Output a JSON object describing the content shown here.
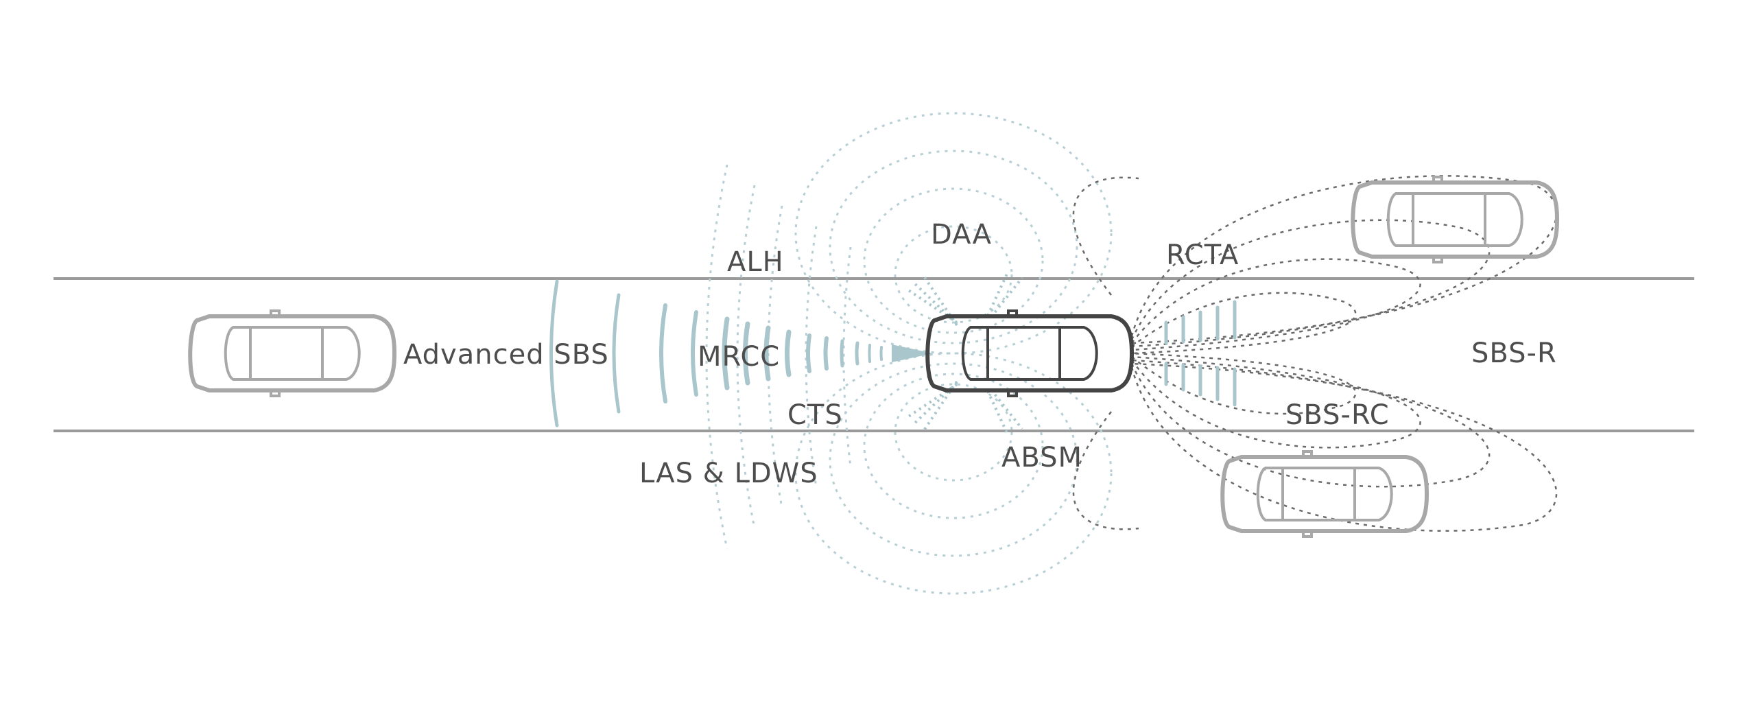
{
  "labels": {
    "advanced_sbs": "Advanced SBS",
    "alh": "ALH",
    "mrcc": "MRCC",
    "cts": "CTS",
    "las_ldws": "LAS & LDWS",
    "daa": "DAA",
    "rcta": "RCTA",
    "absm": "ABSM",
    "sbs_r": "SBS-R",
    "sbs_rc": "SBS-RC"
  },
  "colors": {
    "road_line": "#9a9a9a",
    "sensor_wave": "#a9c6cc",
    "sensor_dotted": "#b7cfd4",
    "rear_dotted": "#666666",
    "ego_car_outline": "#444444",
    "other_car_outline": "#a8a8a8",
    "label_text": "#4d4d4d"
  },
  "vehicles": [
    {
      "name": "ego-car"
    },
    {
      "name": "front-car"
    },
    {
      "name": "rear-left-car"
    },
    {
      "name": "rear-right-car"
    }
  ]
}
